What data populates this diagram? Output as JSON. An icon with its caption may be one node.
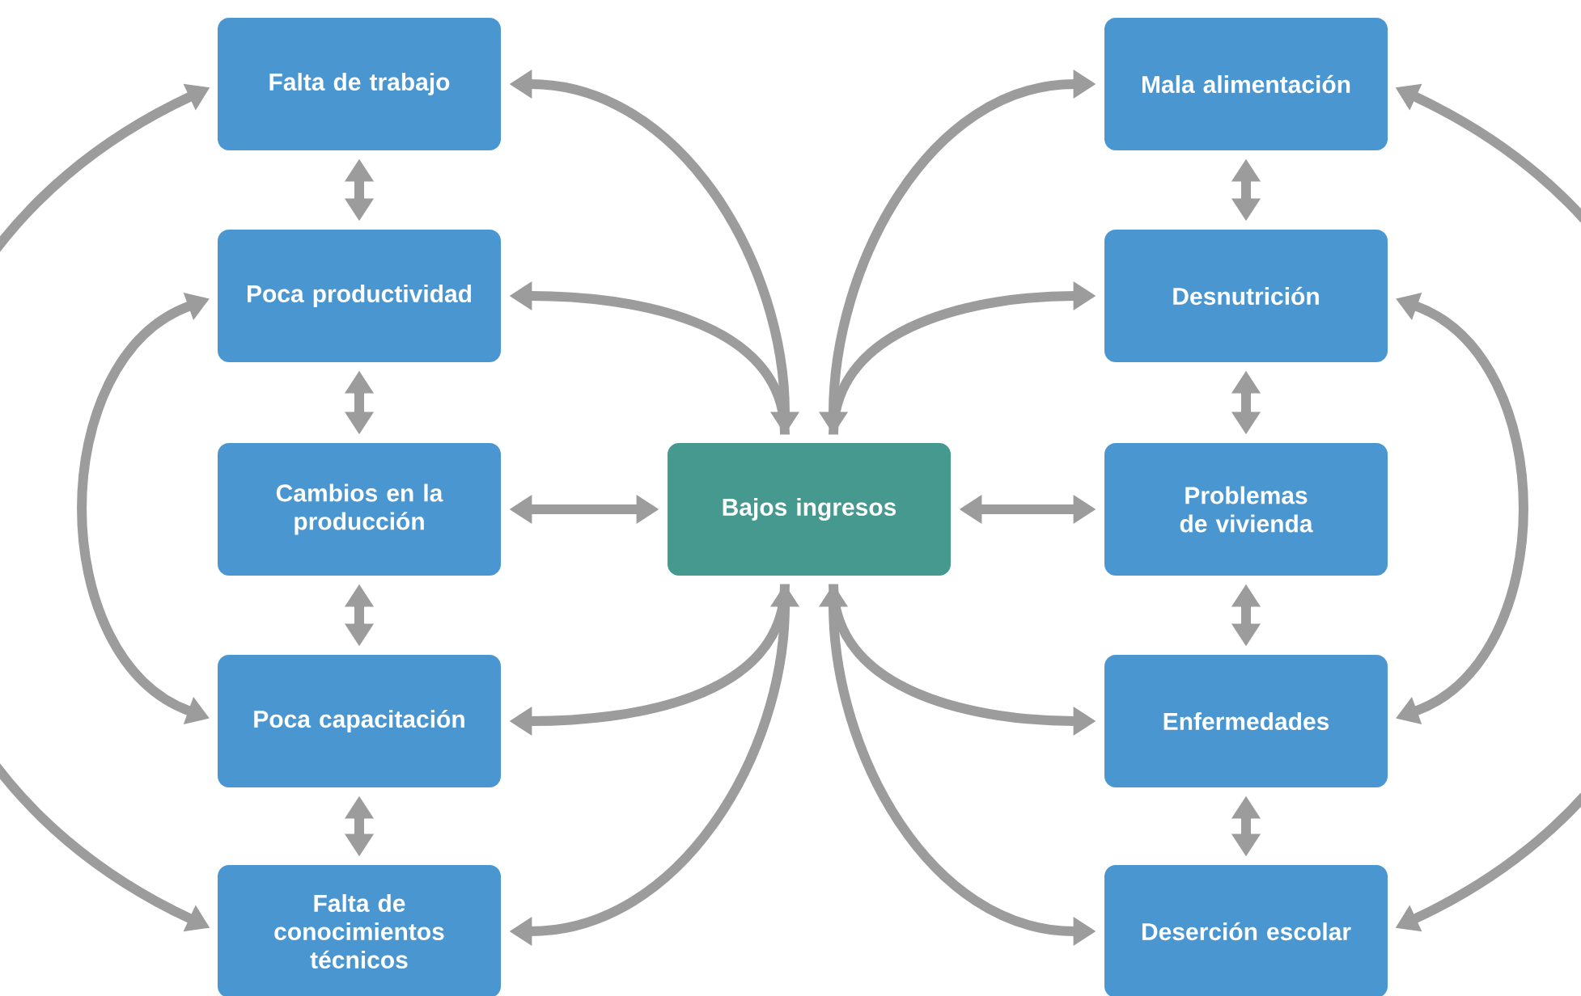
{
  "diagram": {
    "nodes": [
      {
        "text": [
          "Falta de trabajo"
        ]
      },
      {
        "text": [
          "Poca productividad"
        ]
      },
      {
        "text": [
          "Cambios en la producción"
        ]
      },
      {
        "text": [
          "Poca capacitación"
        ]
      },
      {
        "text": [
          "Falta de conocimientos técnicos"
        ]
      },
      {
        "text": [
          "Bajos ingresos"
        ]
      },
      {
        "text": [
          "Mala alimentación"
        ]
      },
      {
        "text": [
          "Desnutrición"
        ]
      },
      {
        "text": [
          "Problemas de vivienda"
        ]
      },
      {
        "text": [
          "Enfermedades"
        ]
      },
      {
        "text": [
          "Deserción escolar"
        ]
      }
    ],
    "edges": [
      {
        "from": 0,
        "to": 1,
        "arrow": "both"
      },
      {
        "from": 1,
        "to": 2,
        "arrow": "both"
      },
      {
        "from": 2,
        "to": 3,
        "arrow": "both"
      },
      {
        "from": 3,
        "to": 4,
        "arrow": "both"
      },
      {
        "from": 6,
        "to": 7,
        "arrow": "both"
      },
      {
        "from": 7,
        "to": 8,
        "arrow": "both"
      },
      {
        "from": 8,
        "to": 9,
        "arrow": "both"
      },
      {
        "from": 9,
        "to": 10,
        "arrow": "both"
      },
      {
        "from": 5,
        "to": 0,
        "arrow": "both"
      },
      {
        "from": 5,
        "to": 1,
        "arrow": "to"
      },
      {
        "from": 5,
        "to": 2,
        "arrow": "both"
      },
      {
        "from": 5,
        "to": 3,
        "arrow": "to"
      },
      {
        "from": 5,
        "to": 4,
        "arrow": "both"
      },
      {
        "from": 5,
        "to": 6,
        "arrow": "both"
      },
      {
        "from": 5,
        "to": 7,
        "arrow": "to"
      },
      {
        "from": 5,
        "to": 8,
        "arrow": "both"
      },
      {
        "from": 5,
        "to": 9,
        "arrow": "to"
      },
      {
        "from": 5,
        "to": 10,
        "arrow": "both"
      },
      {
        "from": 0,
        "to": 4,
        "arrow": "both"
      },
      {
        "from": 1,
        "to": 3,
        "arrow": "both"
      },
      {
        "from": 6,
        "to": 10,
        "arrow": "both"
      },
      {
        "from": 7,
        "to": 9,
        "arrow": "both"
      }
    ]
  }
}
